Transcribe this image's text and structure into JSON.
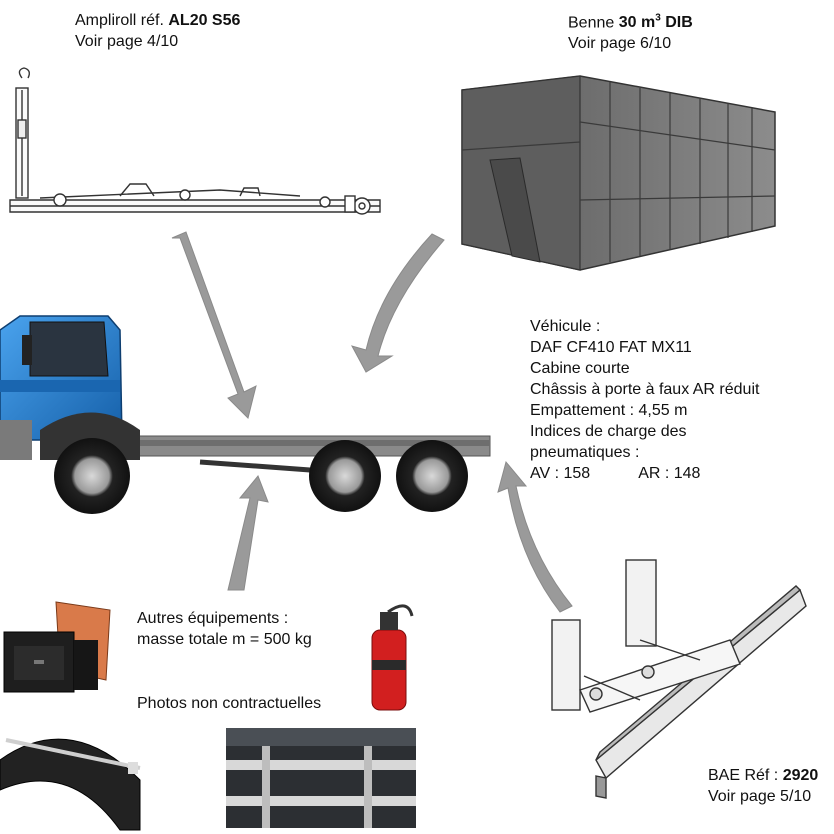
{
  "ampliroll": {
    "prefix": "Ampliroll réf.",
    "ref": "AL20 S56",
    "page": "Voir page 4/10"
  },
  "benne": {
    "prefix": "Benne",
    "ref": "30 m",
    "sup": "3",
    "suffix": "DIB",
    "page": "Voir page 6/10"
  },
  "vehicle": {
    "heading": "Véhicule :",
    "lines": [
      "DAF CF410 FAT MX11",
      "Cabine courte",
      "Châssis à porte à faux AR réduit",
      "Empattement : 4,55 m",
      "Indices de charge des",
      "pneumatiques :"
    ],
    "av": "AV : 158",
    "ar": "AR : 148"
  },
  "other": {
    "line1": "Autres équipements :",
    "line2": "masse totale m = 500 kg",
    "photos": "Photos non contractuelles"
  },
  "bae": {
    "prefix": "BAE Réf :",
    "ref": "2920",
    "page": "Voir page 5/10"
  },
  "colors": {
    "cab": "#1f7fd1",
    "chassis": "#8a8a8a",
    "arrow": "#9a9a9a",
    "container": "#6f6f6f",
    "extinguisher": "#d21f1f"
  }
}
